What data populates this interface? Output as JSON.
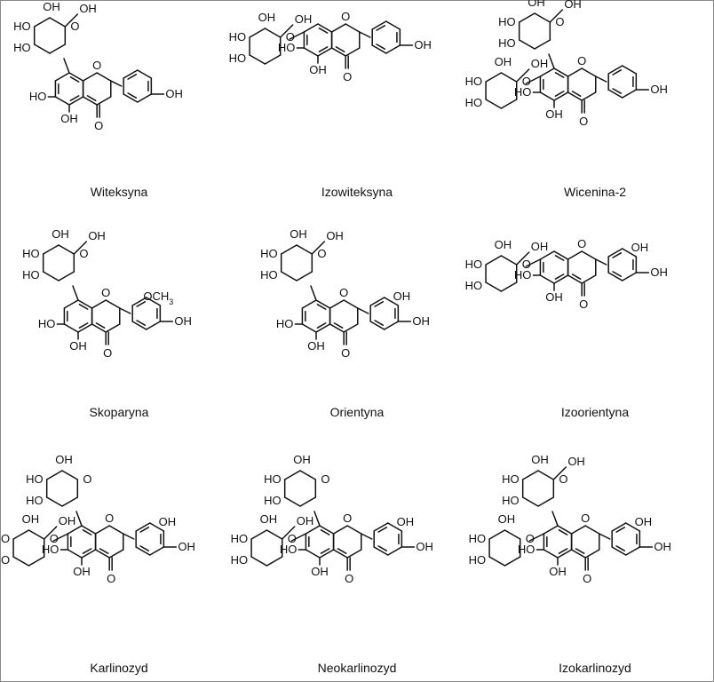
{
  "compounds": [
    {
      "name": "Witeksyna",
      "sugar_top": "glucose",
      "sugar_side": null,
      "b_ring": "4'-OH"
    },
    {
      "name": "Izowiteksyna",
      "sugar_top": null,
      "sugar_side": "glucose",
      "b_ring": "4'-OH"
    },
    {
      "name": "Wicenina-2",
      "sugar_top": "glucose",
      "sugar_side": "glucose",
      "b_ring": "4'-OH"
    },
    {
      "name": "Skoparyna",
      "sugar_top": "glucose",
      "sugar_side": null,
      "b_ring": "3'-OCH3,4'-OH"
    },
    {
      "name": "Orientyna",
      "sugar_top": "glucose",
      "sugar_side": null,
      "b_ring": "3',4'-diOH"
    },
    {
      "name": "Izoorientyna",
      "sugar_top": null,
      "sugar_side": "glucose",
      "b_ring": "3',4'-diOH"
    },
    {
      "name": "Karlinozyd",
      "sugar_top": "pentose",
      "sugar_side": "glucose",
      "b_ring": "3',4'-diOH"
    },
    {
      "name": "Neokarlinozyd",
      "sugar_top": "pentose",
      "sugar_side": "glucose",
      "b_ring": "3',4'-diOH"
    },
    {
      "name": "Izokarlinozyd",
      "sugar_top": "glucose",
      "sugar_side": "pentose",
      "b_ring": "3',4'-diOH"
    }
  ],
  "labels": {
    "oh": "OH",
    "ho": "HO",
    "o": "O",
    "och3": "OCH",
    "och3_sub": "3"
  }
}
